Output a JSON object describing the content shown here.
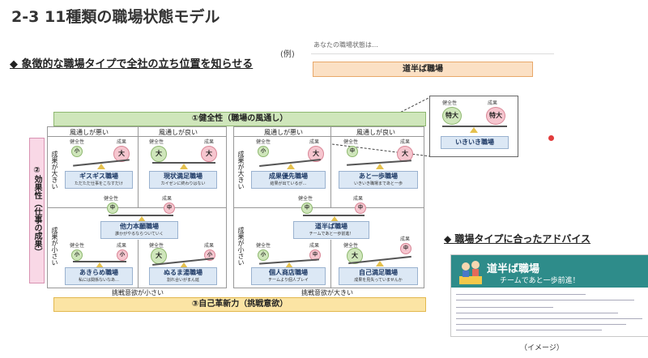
{
  "title": "2-3 11種類の職場状態モデル",
  "section1": "◆ 象徴的な職場タイプで全社の立ち位置を知らせる",
  "section2": "◆ 職場タイプに合ったアドバイス",
  "example": {
    "label": "(例)",
    "question": "あなたの職場状態は…",
    "answer": "道半ば職場"
  },
  "axes": {
    "top": "①健全性（職場の風通し）",
    "left": "②効果性（仕事の成果）",
    "bottom": "③自己革新力（挑戦意欲）",
    "wind_bad": "風通しが悪い",
    "wind_good": "風通しが良い",
    "result_large": "成果が大きい",
    "result_small": "成果が小さい",
    "challenge_small": "挑戦意欲が小さい",
    "challenge_large": "挑戦意欲が大きい"
  },
  "scale_labels": {
    "health": "健全性",
    "result": "成果"
  },
  "sizes": {
    "big": "大",
    "mid": "中",
    "small": "小",
    "extra": "特大"
  },
  "types_left": [
    {
      "name": "ギスギス職場",
      "desc": "ただただ仕事をこなすだけ"
    },
    {
      "name": "現状満足職場",
      "desc": "カイゼンに終わりはない"
    },
    {
      "name": "他力本願職場",
      "desc": "誰かがやるならついていく"
    },
    {
      "name": "あきらめ職場",
      "desc": "私には関係ないなあ…"
    },
    {
      "name": "ぬるま湯職場",
      "desc": "割れ合いがまん延"
    }
  ],
  "types_right": [
    {
      "name": "成果優先職場",
      "desc": "結果が出ているが…"
    },
    {
      "name": "あと一歩職場",
      "desc": "いきいき職場まであと一歩"
    },
    {
      "name": "道半ば職場",
      "desc": "チームであと一歩前進！"
    },
    {
      "name": "個人商店職場",
      "desc": "チームより個人プレイ"
    },
    {
      "name": "自己満足職場",
      "desc": "成果を見失っていませんか"
    }
  ],
  "zoom": {
    "name": "いきいき職場"
  },
  "thumb": {
    "title": "道半ば職場",
    "subtitle": "チームであと一歩前進！"
  },
  "caption": "（イメージ）"
}
